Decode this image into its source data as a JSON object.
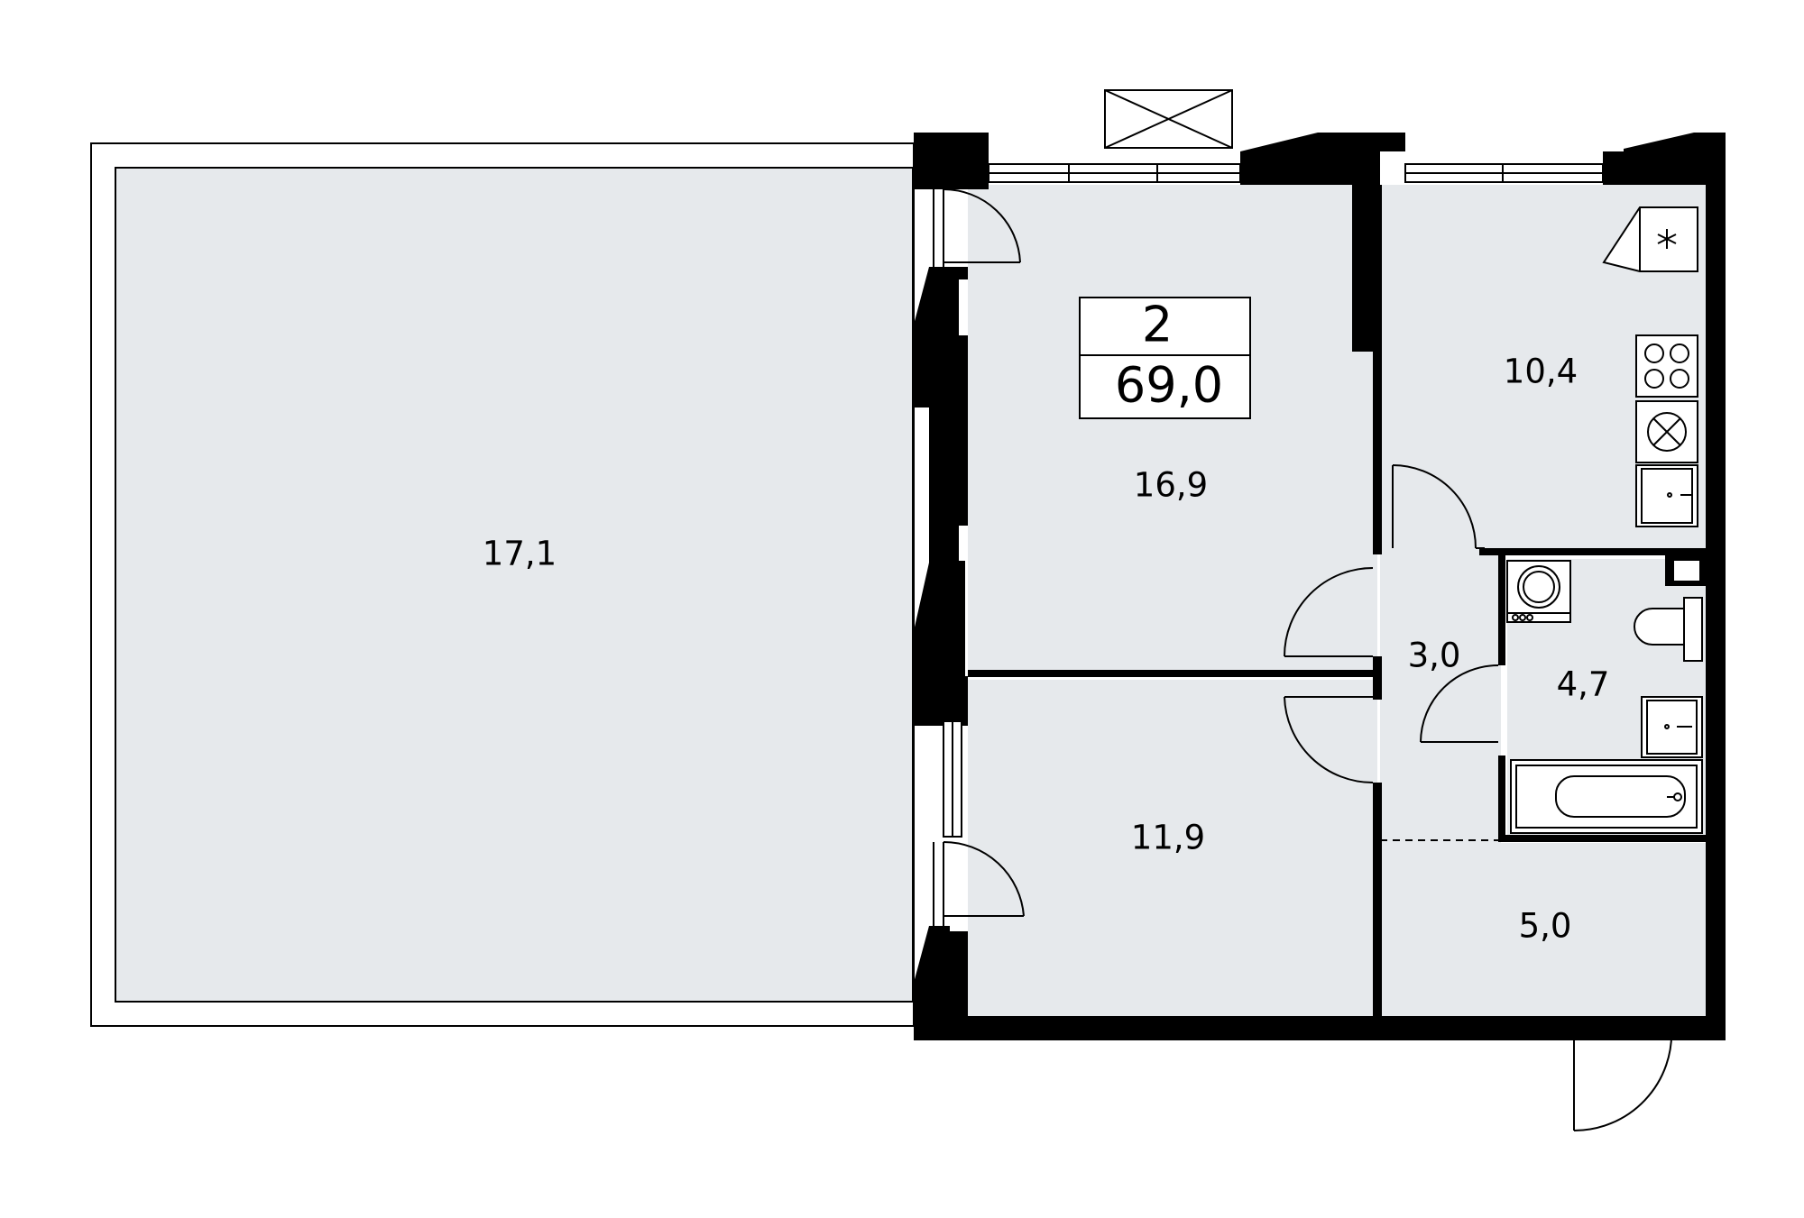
{
  "plan": {
    "rooms_count": "2",
    "total_area": "69,0",
    "rooms": [
      {
        "id": "terrace",
        "area": "17,1"
      },
      {
        "id": "living-room",
        "area": "16,9"
      },
      {
        "id": "kitchen",
        "area": "10,4"
      },
      {
        "id": "hallway",
        "area": "3,0"
      },
      {
        "id": "bathroom",
        "area": "4,7"
      },
      {
        "id": "bedroom",
        "area": "11,9"
      },
      {
        "id": "entrance-hall",
        "area": "5,0"
      }
    ]
  }
}
